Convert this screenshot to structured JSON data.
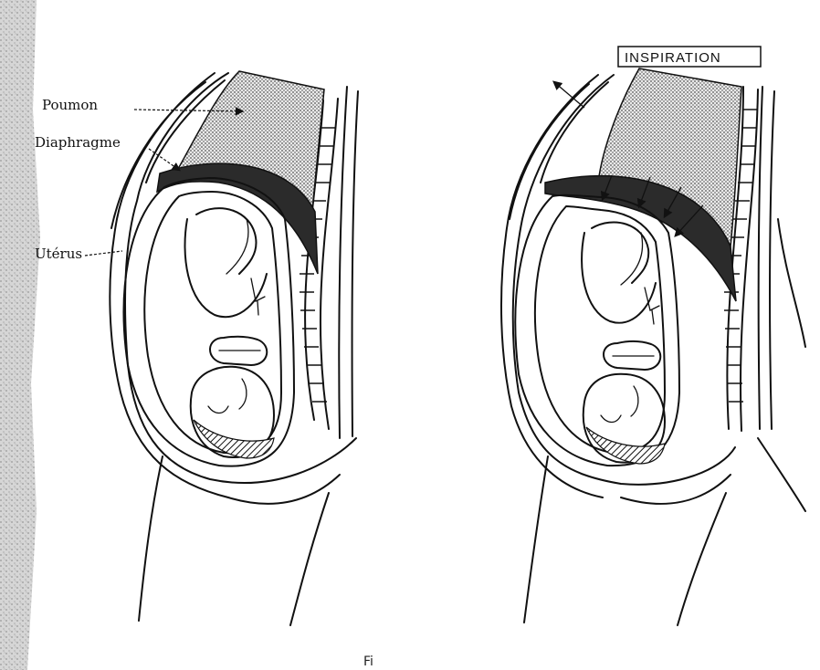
{
  "labels": {
    "poumon": "Poumon",
    "diaphragme": "Diaphragme",
    "uterus": "Utérus",
    "inspiration": "INSPIRATION",
    "caption": "Fi"
  },
  "colors": {
    "ink": "#111111",
    "lung_fill": "#9a9a9a",
    "diaphragm_fill": "#2b2b2b",
    "margin_shade": "#b4b4b4"
  }
}
